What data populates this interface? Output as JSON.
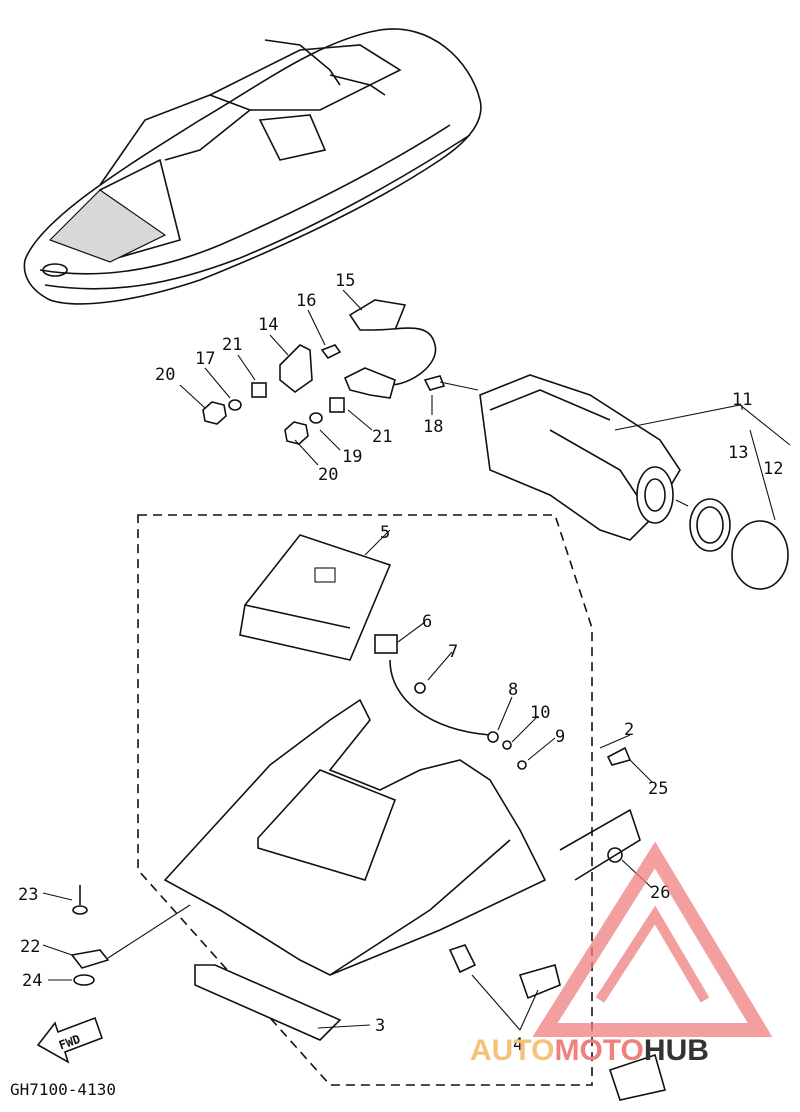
{
  "diagram": {
    "part_labels": [
      "2",
      "3",
      "4",
      "5",
      "6",
      "7",
      "8",
      "9",
      "10",
      "11",
      "12",
      "13",
      "14",
      "15",
      "16",
      "17",
      "18",
      "19",
      "20",
      "20",
      "21",
      "21",
      "22",
      "23",
      "24",
      "25",
      "26"
    ],
    "fwd_marker": "FWD",
    "drawing_code": "GH7100-4130"
  },
  "watermark": {
    "brand_part1": "AUTO",
    "brand_part2": "MOTO",
    "brand_part3": "HUB",
    "colors": {
      "light": "#f5c27a",
      "mid": "#f08080",
      "dark": "#333333"
    }
  }
}
